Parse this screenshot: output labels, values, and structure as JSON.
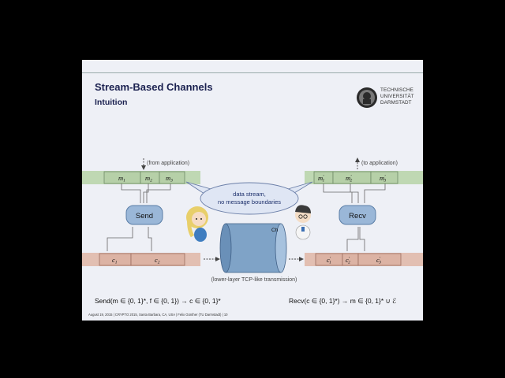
{
  "slide": {
    "title": "Stream-Based Channels",
    "subtitle": "Intuition",
    "logo_lines": [
      "TECHNISCHE",
      "UNIVERSITÄT",
      "DARMSTADT"
    ],
    "logo_icon": "seal-icon",
    "footer": "August 19, 2015 | CRYPTO 2015, Santa Barbara, CA, USA | Felix Günther (TU Darmstadt) | 10"
  },
  "diagram": {
    "from_app": "(from application)",
    "to_app": "(to application)",
    "sender_msgs": [
      "m",
      "m",
      "m"
    ],
    "sender_subs": [
      "1",
      "2",
      "3"
    ],
    "receiver_msgs": [
      "m",
      "m",
      "m"
    ],
    "receiver_subs": [
      "1",
      "2",
      "3"
    ],
    "prime": "′",
    "send_label": "Send",
    "recv_label": "Recv",
    "bubble_line1": "data stream,",
    "bubble_line2": "no message boundaries",
    "channel_label": "Ch",
    "sender_cts": [
      "c",
      "c"
    ],
    "sender_ct_subs": [
      "1",
      "2"
    ],
    "receiver_cts": [
      "c",
      "c",
      "c"
    ],
    "receiver_ct_subs": [
      "1",
      "2",
      "3"
    ],
    "transport_label": "(lower-layer TCP-like transmission)",
    "colors": {
      "green_band": "#bfd8b3",
      "green_box": "#b6d0a8",
      "red_band": "#e2bfb2",
      "red_box": "#dcb3a4",
      "process": "#9ab7d8",
      "channel": "#7fa3c7"
    }
  },
  "formulas": {
    "send": "Send(m ∈ {0, 1}*, f ∈ {0, 1}) → c ∈ {0, 1}*",
    "recv": "Recv(c ∈ {0, 1}*) → m ∈ {0, 1}* ∪ ℰ"
  }
}
